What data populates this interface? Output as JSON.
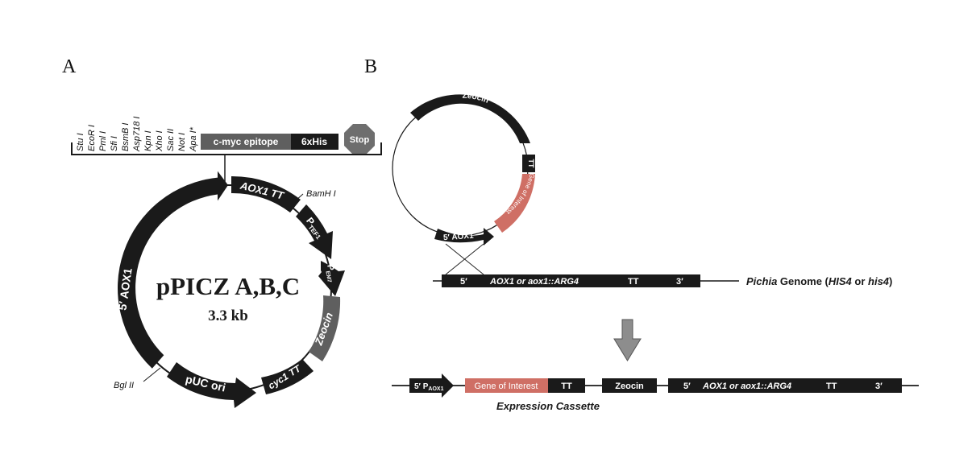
{
  "panel_a": {
    "letter": "A",
    "sites": [
      "Stu I",
      "EcoR I",
      "Pml I",
      "Sfi I",
      "BsmB I",
      "Asp718 I",
      "Kpn I",
      "Xho I",
      "Sac II",
      "Not I",
      "Apa I*"
    ],
    "myc_label": "c-myc epitope",
    "his_label": "6xHis",
    "stop_label": "Stop",
    "plasmid_name": "pPICZ A,B,C",
    "plasmid_size": "3.3 kb",
    "bamhi": "BamH I",
    "bglii": "Bgl II",
    "seg_aox1tt": "AOX1 TT",
    "seg_ptef1_p": "P",
    "seg_ptef1_sub": "TEF1",
    "seg_pem7_p": "P",
    "seg_pem7_sub": "EM7",
    "seg_zeocin": "Zeocin",
    "seg_cyc1tt": "cyc1 TT",
    "seg_puc": "pUC ori",
    "seg_5aox1": "5′ AOX1"
  },
  "panel_b": {
    "letter": "B",
    "circle_zeocin": "Zeocin",
    "circle_tt": "TT",
    "circle_goi": "Gene of Interest",
    "circle_5aox1": "5′ AOX1",
    "genome_5": "5′",
    "genome_aox": "AOX1 or aox1::ARG4",
    "genome_tt": "TT",
    "genome_3": "3′",
    "genome_italic": "Pichia",
    "genome_rest_1": " Genome (",
    "genome_his_a": "HIS4",
    "genome_or": " or ",
    "genome_his_b": "his4",
    "genome_close": ")",
    "cass_paox_p": "5′ P",
    "cass_paox_sub": "AOX1",
    "cass_goi": "Gene of Interest",
    "cass_tt1": "TT",
    "cass_zeocin": "Zeocin",
    "cass_5": "5′",
    "cass_aox": "AOX1 or aox1::ARG4",
    "cass_tt2": "TT",
    "cass_3": "3′",
    "cass_caption": "Expression Cassette"
  },
  "colors": {
    "black": "#1a1a1a",
    "gray": "#5f5f5f",
    "stop_gray": "#6e6e6e",
    "goi_red": "#cf6f65",
    "arrow_gray": "#8d8d8d"
  }
}
